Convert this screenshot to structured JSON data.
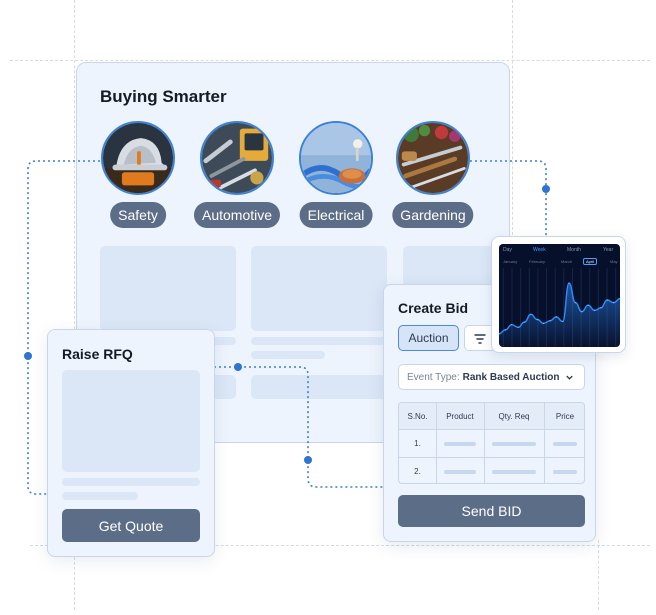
{
  "main": {
    "title": "Buying Smarter",
    "categories": [
      {
        "label": "Safety",
        "icon": "hard-hat-icon"
      },
      {
        "label": "Automotive",
        "icon": "tools-icon"
      },
      {
        "label": "Electrical",
        "icon": "cable-icon"
      },
      {
        "label": "Gardening",
        "icon": "garden-tools-icon"
      }
    ]
  },
  "chart_widget": {
    "tabs": [
      "Day",
      "Week",
      "Month",
      "Year"
    ],
    "active_tab": "Week",
    "sub_labels": [
      "January",
      "February",
      "March",
      "April",
      "May"
    ],
    "selected_sub": "April",
    "chart_data": {
      "type": "area",
      "title": "",
      "xlabel": "",
      "ylabel": "",
      "x": [
        0,
        1,
        2,
        3,
        4,
        5,
        6,
        7,
        8,
        9,
        10,
        11,
        12,
        13,
        14,
        15,
        16,
        17,
        18,
        19
      ],
      "series": [
        {
          "values": [
            0.08,
            0.14,
            0.22,
            0.18,
            0.26,
            0.38,
            0.3,
            0.24,
            0.28,
            0.34,
            0.27,
            0.86,
            0.56,
            0.42,
            0.52,
            0.44,
            0.48,
            0.6,
            0.56,
            0.62
          ]
        }
      ],
      "ylim": [
        0,
        1
      ],
      "grid": true,
      "colors": [
        "#2f8cff"
      ]
    }
  },
  "rfq": {
    "title": "Raise RFQ",
    "button_label": "Get Quote"
  },
  "bid": {
    "title": "Create Bid",
    "tab_auction_label": "Auction",
    "event_type_label": "Event Type:",
    "event_type_value": "Rank Based Auction",
    "table": {
      "headers": [
        "S.No.",
        "Product",
        "Qty. Req",
        "Price"
      ],
      "rows": [
        {
          "sno": "1."
        },
        {
          "sno": "2."
        }
      ]
    },
    "send_label": "Send BID"
  },
  "colors": {
    "accent": "#3b82d6",
    "button": "#5c6d87",
    "card_bg": "#eef4fd",
    "placeholder": "#dbe7f7"
  }
}
